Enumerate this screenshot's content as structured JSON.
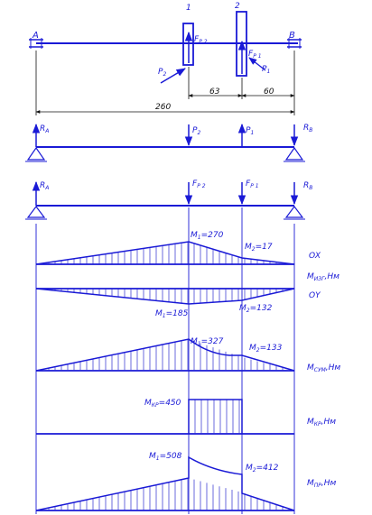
{
  "colors": {
    "line": "#1a1ad6",
    "dim": "#111111"
  },
  "labels": {
    "pt_A": "A",
    "pt_B": "B",
    "gear1": "1",
    "gear2": "2",
    "Fp2": "F",
    "Fp2_sub": "P 2",
    "Fp1": "F",
    "Fp1_sub": "P 1",
    "P2": "P",
    "P2_sub": "2",
    "P1": "P",
    "P1_sub": "1",
    "RA": "R",
    "RA_sub": "A",
    "RB": "R",
    "RB_sub": "B",
    "P2_load": "P",
    "P2_load_sub": "2",
    "P1_load": "P",
    "P1_load_sub": "1",
    "FP2_load": "F",
    "FP2_load_sub": "P 2",
    "FP1_load": "F",
    "FP1_load_sub": "P 1"
  },
  "dimensions": {
    "d63": "63",
    "d60": "60",
    "d260": "260"
  },
  "diagrams": {
    "ox": {
      "title": "OX",
      "m1_main": "M",
      "m1_sub": "1",
      "m1_val": "=270",
      "m2_main": "M",
      "m2_sub": "2",
      "m2_val": "=17"
    },
    "mizg": {
      "main": "M",
      "sub": "ИЗГ",
      "unit": ",Нм"
    },
    "oy": {
      "title": "OY",
      "m1_main": "M",
      "m1_sub": "1",
      "m1_val": "=185",
      "m2_main": "M",
      "m2_sub": "2",
      "m2_val": "=132"
    },
    "msum": {
      "main": "M",
      "sub": "СУМ",
      "unit": ",Нм",
      "m1_main": "M",
      "m1_sub": "1",
      "m1_val": "=327",
      "m2_main": "M",
      "m2_sub": "2",
      "m2_val": "=133"
    },
    "mkr": {
      "main": "M",
      "sub": "КР",
      "unit": ",Нм",
      "v_main": "M",
      "v_sub": "КР",
      "v_val": "=450"
    },
    "mpr": {
      "main": "M",
      "sub": "ПР",
      "unit": ",Нм",
      "m1_main": "M",
      "m1_sub": "1",
      "m1_val": "=508",
      "m2_main": "M",
      "m2_sub": "2",
      "m2_val": "=412"
    }
  }
}
